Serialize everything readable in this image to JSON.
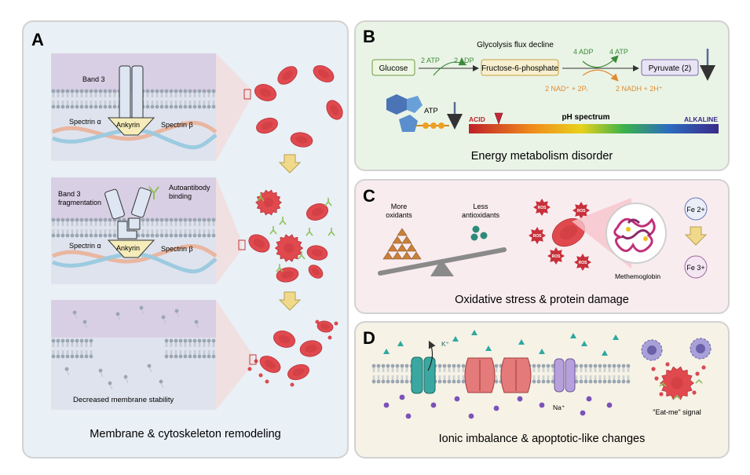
{
  "panelA": {
    "letter": "A",
    "band3": "Band 3",
    "ankyrin": "Ankyrin",
    "spectrin_a": "Spectrin α",
    "spectrin_b": "Spectrin β",
    "band3_frag_1": "Band 3",
    "band3_frag_2": "fragmentation",
    "autoantibody_1": "Autoantibody",
    "autoantibody_2": "binding",
    "ankyrin2": "Ankyrin",
    "spectrin_a2": "Spectrin α",
    "spectrin_b2": "Spectrin β",
    "decreased": "Decreased membrane stability",
    "caption": "Membrane & cytoskeleton remodeling"
  },
  "panelB": {
    "letter": "B",
    "glycolysis_title": "Glycolysis flux decline",
    "glucose": "Glucose",
    "atp2": "2 ATP",
    "adp2": "2 ADP",
    "f6p": "Fructose-6-phosphate",
    "adp4": "4 ADP",
    "atp4": "4 ATP",
    "nad": "2 NAD⁺ + 2Pᵢ",
    "nadh": "2 NADH + 2H⁺",
    "pyruvate": "Pyruvate (2)",
    "atp": "ATP",
    "ph_title": "pH spectrum",
    "acid": "ACID",
    "alkaline": "ALKALINE",
    "caption": "Energy metabolism disorder"
  },
  "panelC": {
    "letter": "C",
    "more_1": "More",
    "more_2": "oxidants",
    "less_1": "Less",
    "less_2": "antioxidants",
    "ros": "ROS",
    "methemoglobin": "Methemoglobin",
    "fe2": "Fe 2+",
    "fe3": "Fe 3+",
    "caption": "Oxidative stress & protein damage"
  },
  "panelD": {
    "letter": "D",
    "k": "K⁺",
    "na": "Na⁺",
    "eatme": "\"Eat-me\" signal",
    "caption": "Ionic imbalance & apoptotic-like changes"
  },
  "colors": {
    "panel_a_bg": "#e9f0f6",
    "panel_b_bg": "#eaf4e6",
    "panel_c_bg": "#f8ecef",
    "panel_d_bg": "#f6f2e6",
    "rbc": "#e04a4f",
    "arrow": "#f0d98a"
  }
}
